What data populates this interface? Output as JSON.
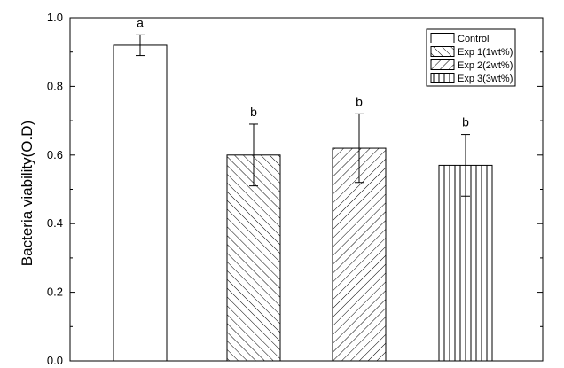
{
  "chart_data": {
    "type": "bar",
    "categories": [
      "Control",
      "Exp 1(1wt%)",
      "Exp 2(2wt%)",
      "Exp 3(3wt%)"
    ],
    "values": [
      0.92,
      0.6,
      0.62,
      0.57
    ],
    "errors": [
      0.03,
      0.09,
      0.1,
      0.09
    ],
    "significance": [
      "a",
      "b",
      "b",
      "b"
    ],
    "patterns": [
      "none",
      "backslash",
      "slash",
      "vertical"
    ],
    "title": "",
    "xlabel": "",
    "ylabel": "Bacteria viability(O.D)",
    "ylim": [
      0.0,
      1.0
    ],
    "yticks": [
      "0.0",
      "0.2",
      "0.4",
      "0.6",
      "0.8",
      "1.0"
    ],
    "grid": false,
    "legend_position": "top-right",
    "colors": {
      "bar_fill": "#ffffff",
      "stroke": "#000000"
    }
  }
}
